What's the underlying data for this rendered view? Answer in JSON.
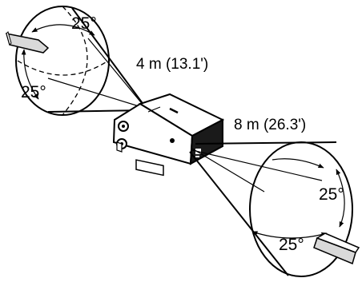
{
  "labels": {
    "rear_angle_top": "25°",
    "rear_angle_bottom": "25°",
    "rear_distance": "4 m (13.1')",
    "front_distance": "8 m (26.3')",
    "front_angle_right": "25°",
    "front_angle_bottom": "25°"
  },
  "colors": {
    "line": "#000000",
    "body_dark": "#1a1a1a",
    "body_light": "#ffffff",
    "remote_fill": "#d9d9d9"
  }
}
